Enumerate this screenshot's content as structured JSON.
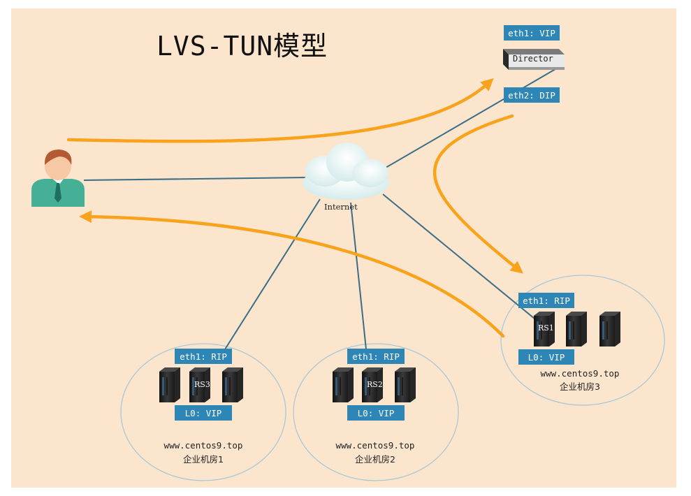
{
  "title": "LVS-TUN模型",
  "director": {
    "label": "Director",
    "eth1": "eth1: VIP",
    "eth2": "eth2: DIP"
  },
  "internet": {
    "label": "Internet"
  },
  "rooms": [
    {
      "id": "1",
      "rip": "eth1: RIP",
      "vip": "L0: VIP",
      "server_label": "RS3",
      "domain": "www.centos9.top",
      "name": "企业机房1"
    },
    {
      "id": "2",
      "rip": "eth1: RIP",
      "vip": "L0: VIP",
      "server_label": "RS2",
      "domain": "www.centos9.top",
      "name": "企业机房2"
    },
    {
      "id": "3",
      "rip": "eth1: RIP",
      "vip": "L0: VIP",
      "server_label": "RS1",
      "domain": "www.centos9.top",
      "name": "企业机房3"
    }
  ],
  "colors": {
    "background": "#fbe5cd",
    "tag": "#2e86b6",
    "arrow": "#f9a21b",
    "line": "#3b6e86"
  },
  "icons": {
    "user": "user-icon",
    "cloud": "cloud-icon",
    "director": "server-box-icon",
    "server": "server-tower-icon"
  }
}
